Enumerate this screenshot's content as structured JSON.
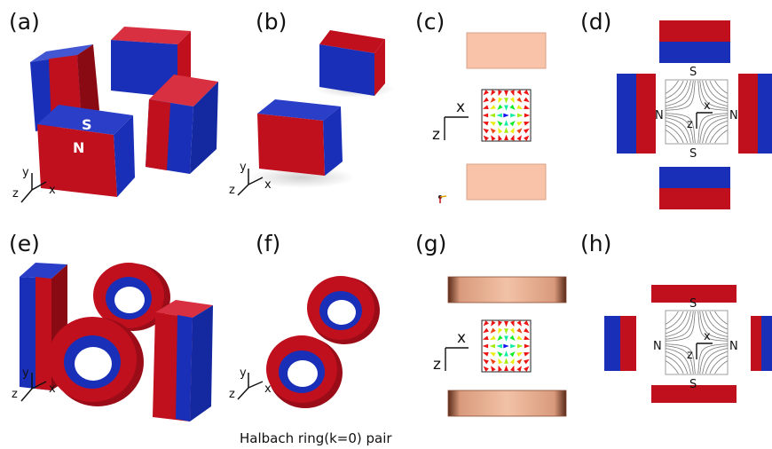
{
  "panels": {
    "a": "(a)",
    "b": "(b)",
    "c": "(c)",
    "d": "(d)",
    "e": "(e)",
    "f": "(f)",
    "g": "(g)",
    "h": "(h)"
  },
  "axes": {
    "x": "x",
    "y": "y",
    "z": "z"
  },
  "poles": {
    "north": "N",
    "south": "S"
  },
  "caption": "Halbach ring(k=0) pair",
  "colors": {
    "red": "#c0101e",
    "blue": "#1a2fb8",
    "peach": "#f8c3a8",
    "copper": "#cf8a6a"
  }
}
